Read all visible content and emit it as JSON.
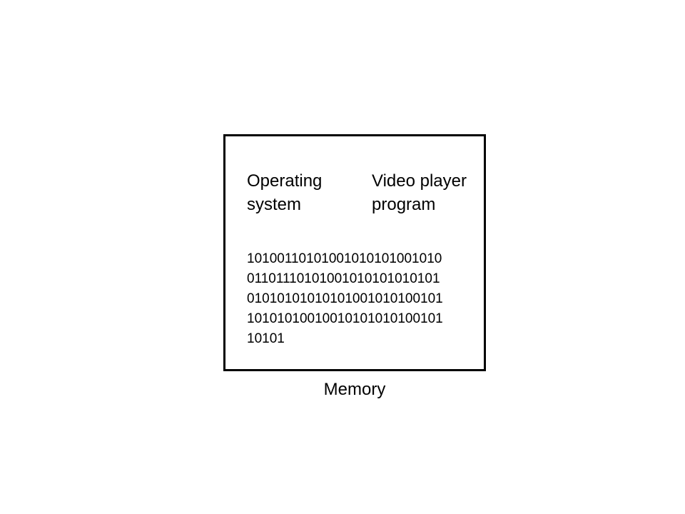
{
  "memory": {
    "labels": [
      {
        "line1": "Operating",
        "line2": "system"
      },
      {
        "line1": "Video player",
        "line2": "program"
      }
    ],
    "binary_lines": [
      "10100110101001010101001010",
      "01101110101001010101010101",
      "01010101010101001010100101",
      "10101010010010101010100101",
      "10101"
    ],
    "caption": "Memory"
  }
}
